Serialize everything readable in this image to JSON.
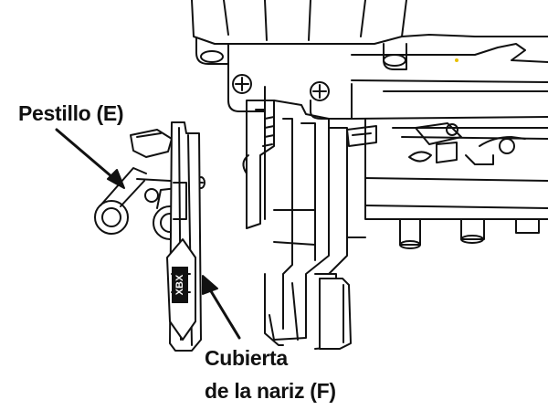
{
  "labels": {
    "latch": "Pestillo (E)",
    "nose_cover_line1": "Cubierta",
    "nose_cover_line2": "de la nariz (F)"
  },
  "part_marking": "XBX",
  "colors": {
    "line": "#111111",
    "background": "#ffffff",
    "accent": "#e8c000"
  }
}
